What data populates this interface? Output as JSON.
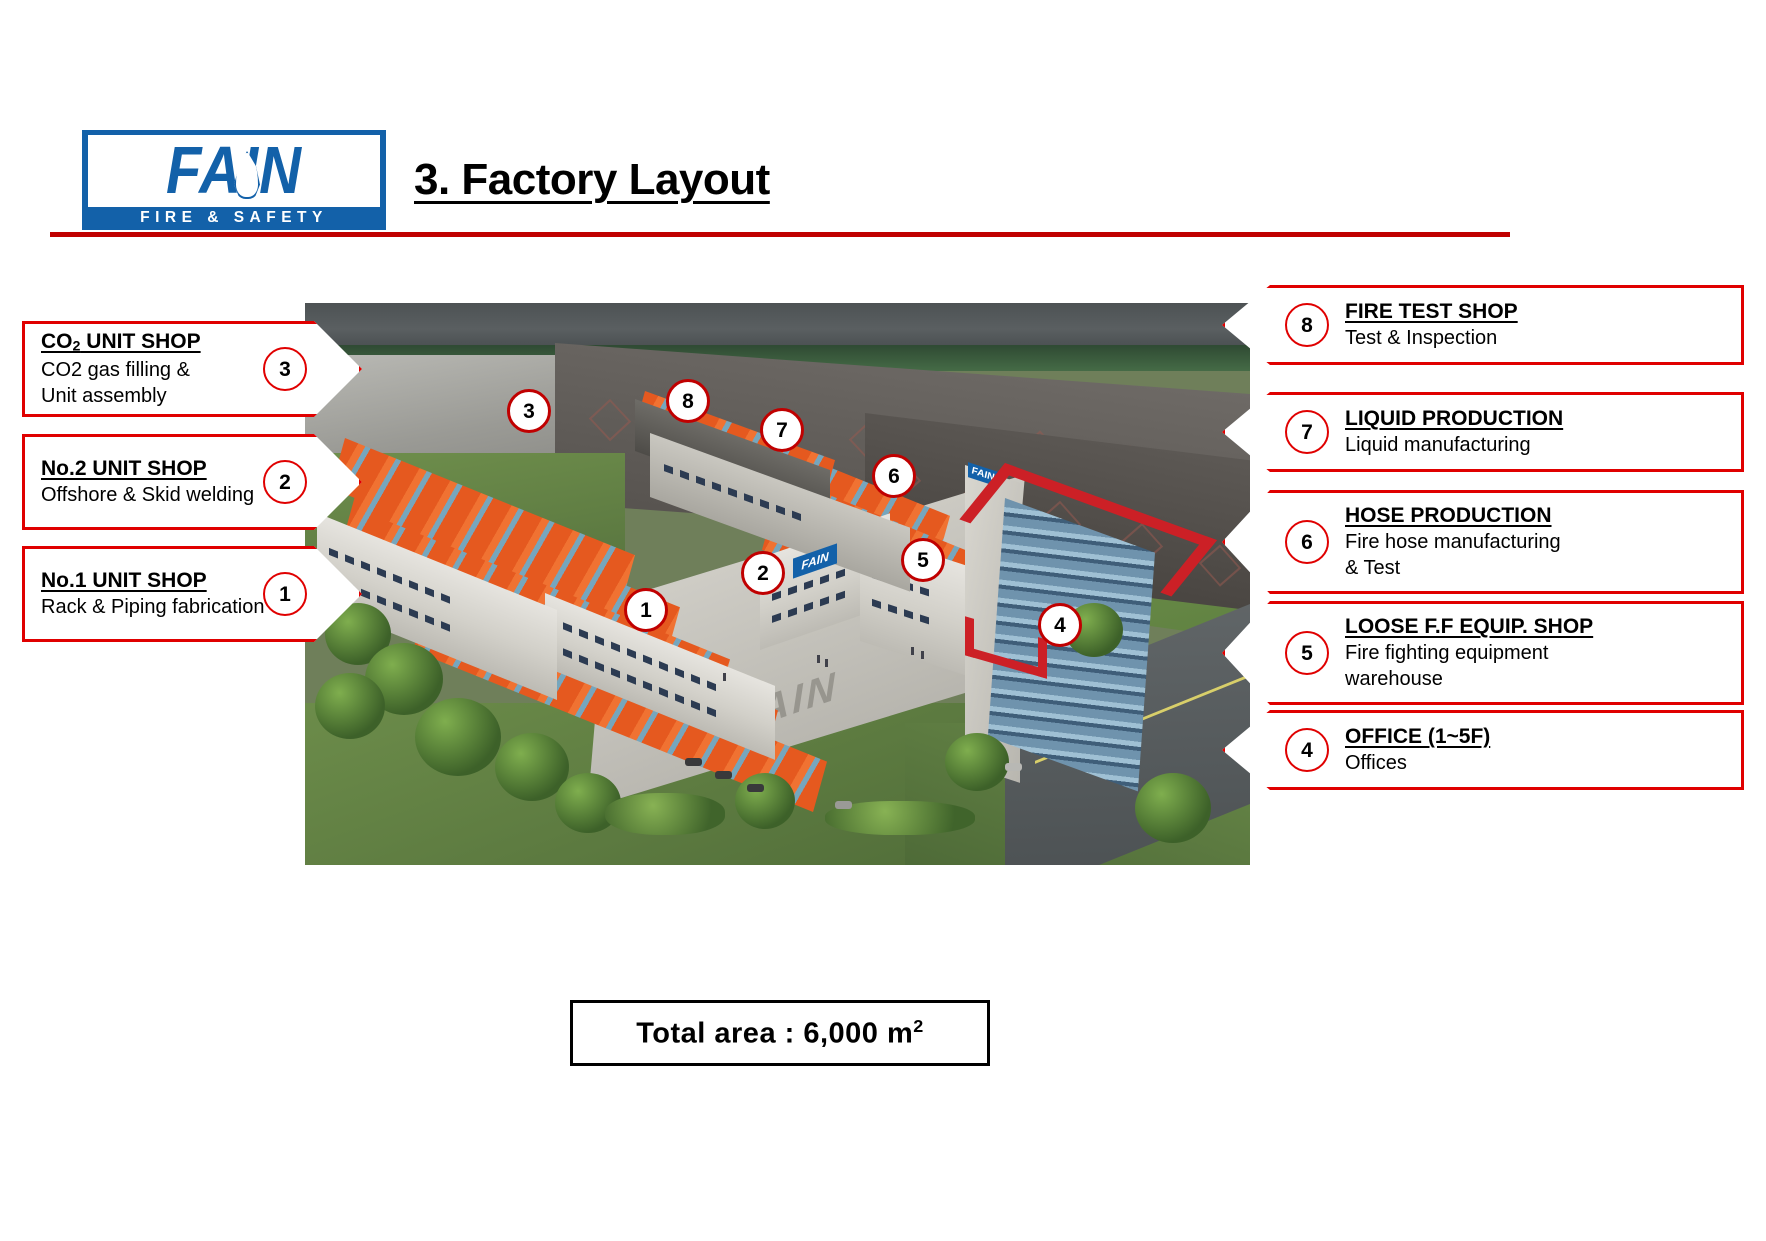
{
  "header": {
    "logo_word": "FAIN",
    "logo_tagline": "FIRE & SAFETY",
    "title": "3. Factory Layout",
    "brand_blue": "#1361a9",
    "rule_red": "#c00000"
  },
  "callouts_left": [
    {
      "number": "3",
      "title_pre": "CO",
      "title_sub": "2",
      "title_post": " UNIT SHOP",
      "title_plain": "CO2 UNIT SHOP",
      "desc": "CO2 gas filling &\nUnit assembly"
    },
    {
      "number": "2",
      "title_plain": "No.2 UNIT SHOP",
      "desc": "Offshore & Skid welding"
    },
    {
      "number": "1",
      "title_plain": "No.1 UNIT SHOP",
      "desc": "Rack & Piping fabrication"
    }
  ],
  "callouts_right": [
    {
      "number": "8",
      "title_plain": "FIRE TEST SHOP",
      "desc": "Test & Inspection"
    },
    {
      "number": "7",
      "title_plain": "LIQUID PRODUCTION",
      "desc": "Liquid manufacturing"
    },
    {
      "number": "6",
      "title_plain": "HOSE PRODUCTION",
      "desc": "Fire hose manufacturing\n& Test"
    },
    {
      "number": "5",
      "title_plain": "LOOSE F.F EQUIP. SHOP",
      "desc": "Fire fighting equipment\nwarehouse"
    },
    {
      "number": "4",
      "title_plain": "OFFICE (1~5F)",
      "desc": "Offices"
    }
  ],
  "image_markers": [
    {
      "number": "3"
    },
    {
      "number": "8"
    },
    {
      "number": "7"
    },
    {
      "number": "6"
    },
    {
      "number": "2"
    },
    {
      "number": "5"
    },
    {
      "number": "1"
    },
    {
      "number": "4"
    }
  ],
  "image_signs": {
    "shed_sign": "FAIN",
    "tower_sign": "FAIN",
    "yard_logo": "FAIN"
  },
  "footer": {
    "total_area_label": "Total area : 6,000 m",
    "total_area_unit": "2"
  },
  "colors": {
    "callout_border": "#e00000",
    "roof_orange": "#e5591f",
    "roof_accent_blue": "#76a6bd",
    "accent_red": "#cc2026"
  }
}
